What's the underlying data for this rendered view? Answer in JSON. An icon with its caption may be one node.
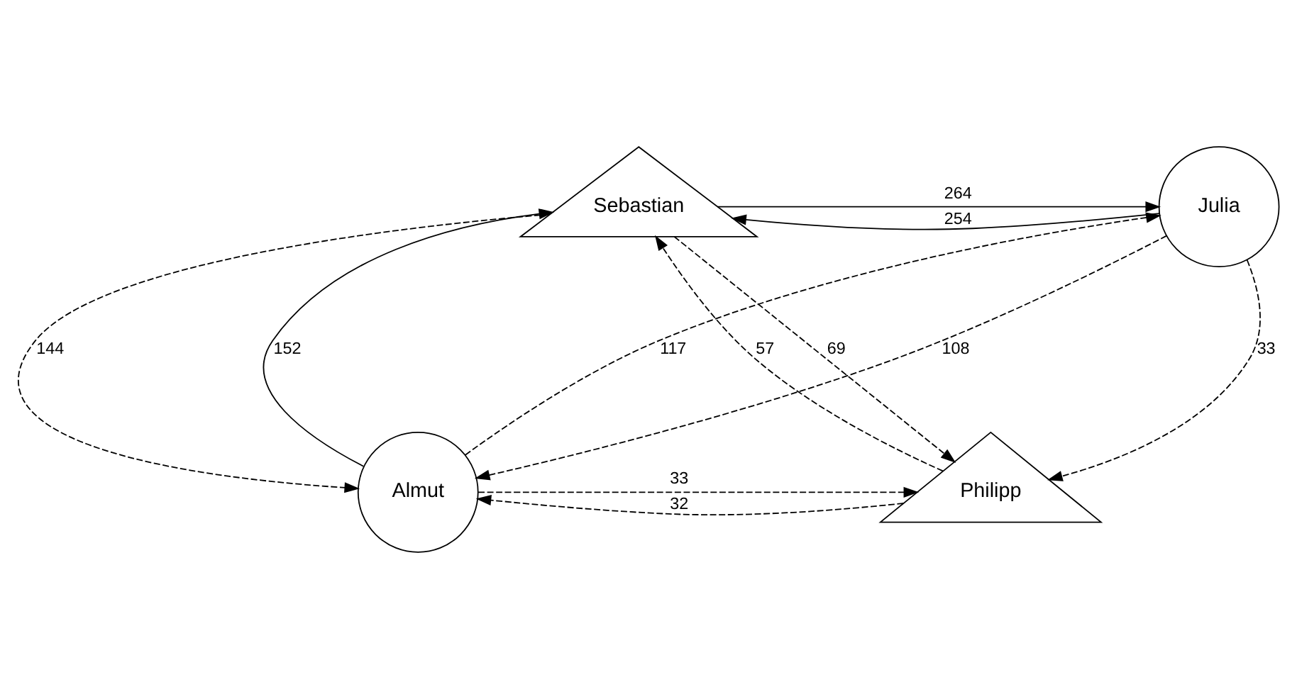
{
  "diagram": {
    "nodes": [
      {
        "text": [
          "Sebastian"
        ]
      },
      {
        "text": [
          "Julia"
        ]
      },
      {
        "text": [
          "Almut"
        ]
      },
      {
        "text": [
          "Philipp"
        ]
      }
    ],
    "edges": [
      {
        "from": 0,
        "to": 1,
        "arrow": "to",
        "label": "264"
      },
      {
        "from": 1,
        "to": 0,
        "arrow": "to",
        "label": "254"
      },
      {
        "from": 0,
        "to": 2,
        "arrow": "to",
        "label": "144",
        "style": "dashed"
      },
      {
        "from": 2,
        "to": 0,
        "arrow": "to",
        "label": "152"
      },
      {
        "from": 2,
        "to": 1,
        "arrow": "to",
        "label": "117",
        "style": "dashed"
      },
      {
        "from": 1,
        "to": 2,
        "arrow": "to",
        "label": "108",
        "style": "dashed"
      },
      {
        "from": 3,
        "to": 0,
        "arrow": "to",
        "label": "57",
        "style": "dashed"
      },
      {
        "from": 0,
        "to": 3,
        "arrow": "to",
        "label": "69",
        "style": "dashed"
      },
      {
        "from": 1,
        "to": 3,
        "arrow": "to",
        "label": "33",
        "style": "dashed"
      },
      {
        "from": 2,
        "to": 3,
        "arrow": "to",
        "label": "33",
        "style": "dashed"
      },
      {
        "from": 3,
        "to": 2,
        "arrow": "to",
        "label": "32",
        "style": "dashed"
      }
    ]
  }
}
